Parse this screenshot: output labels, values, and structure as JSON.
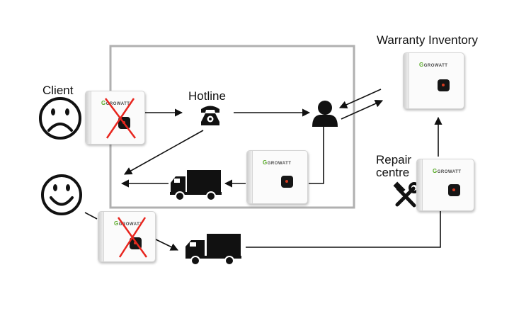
{
  "labels": {
    "client": "Client",
    "hotline": "Hotline",
    "warranty_inventory": "Warranty Inventory",
    "repair_line1": "Repair",
    "repair_line2": "centre"
  },
  "device_brand": "GROWATT",
  "colors": {
    "frame": "#b0b0b0",
    "line": "#111111",
    "cross": "#e8251e",
    "brand_green": "#5aab2a",
    "display": "#161616"
  },
  "icons": {
    "sad_face": "sad-face-icon",
    "happy_face": "happy-face-icon",
    "phone": "telephone-icon",
    "agent": "agent-silhouette-icon",
    "truck": "truck-icon",
    "tools": "wrench-hammer-icon"
  }
}
